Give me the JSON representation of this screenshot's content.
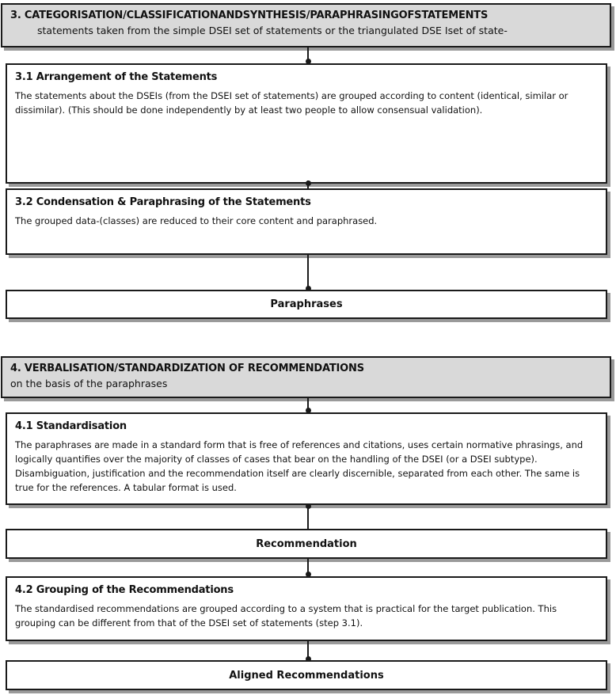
{
  "section3": {
    "title": "3. CATEGORISATION/CLASSIFICATIONANDSYNTHESIS/PARAPHRASINGOFSTATEMENTS",
    "subtitle": "statements taken from the simple DSEI set of statements or the triangulated DSE Iset of state-"
  },
  "step31": {
    "title": "3.1  Arrangement of the Statements",
    "body": "The statements about the DSEIs (from the DSEI set of statements) are grouped according to content (identical, similar or dissimilar). (This should be done independently by at least two people to allow consensual validation)."
  },
  "step32": {
    "title": "3.2 Condensation & Paraphrasing of  the Statements",
    "body": "The grouped data-(classes) are reduced to their core content and paraphrased."
  },
  "outcome3": {
    "label": "Paraphrases"
  },
  "section4": {
    "title": "4. VERBALISATION/STANDARDIZATION OF RECOMMENDATIONS",
    "subtitle": "on the basis of the paraphrases"
  },
  "step41": {
    "title": "4.1  Standardisation",
    "body": "The paraphrases are made in a standard form that is free of references and citations, uses certain normative phrasings, and logically quantifies over the majority of classes of cases that bear on the handling of the DSEI (or a DSEI subtype). Disambiguation, justification and the recommendation itself are clearly discernible, separated from each other. The same is true for the references. A tabular format is used."
  },
  "outcome41": {
    "label": "Recommendation"
  },
  "step42": {
    "title": "4.2  Grouping of the Recommendations",
    "body": "The standardised recommendations are grouped according to a system that is practical for the target publication. This grouping can be different from that of the DSEI set of statements (step 3.1)."
  },
  "outcome42": {
    "label": "Aligned Recommendations"
  }
}
